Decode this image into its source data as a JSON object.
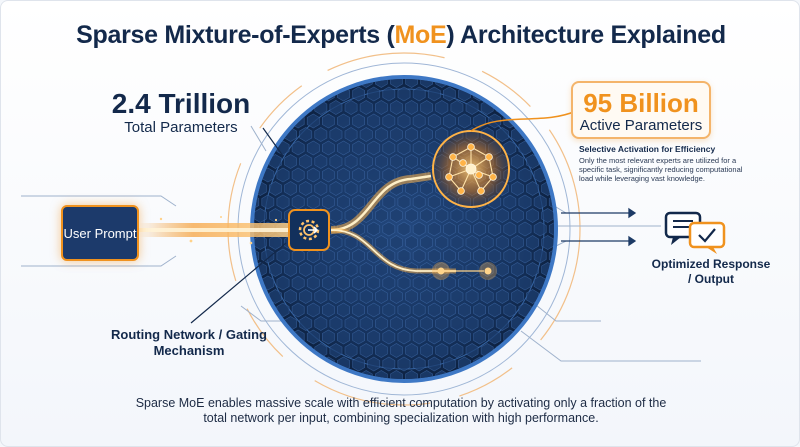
{
  "title": {
    "pre": "Sparse Mixture-of-Experts (",
    "accent": "MoE",
    "post": ") Architecture Explained"
  },
  "total_params": {
    "value": "2.4 Trillion",
    "label": "Total Parameters"
  },
  "active_params": {
    "value": "95 Billion",
    "label": "Active Parameters"
  },
  "efficiency": {
    "heading": "Selective Activation for Efficiency",
    "text": "Only the most relevant experts are utilized for a specific task, significantly reducing computational load while leveraging vast knowledge."
  },
  "input": {
    "label": "User Prompt"
  },
  "routing": {
    "label": "Routing Network / Gating Mechanism"
  },
  "output": {
    "label": "Optimized Response / Output"
  },
  "footer": "Sparse MoE enables massive scale with efficient computation by activating only a fraction of the total network per input, combining specialization with high performance.",
  "colors": {
    "navy": "#13294b",
    "orange": "#f0921e",
    "circle": "#16325c",
    "glow": "#ffb347"
  },
  "icons": [
    "gear-router-icon",
    "expert-network-icon",
    "chat-bubbles-icon"
  ]
}
